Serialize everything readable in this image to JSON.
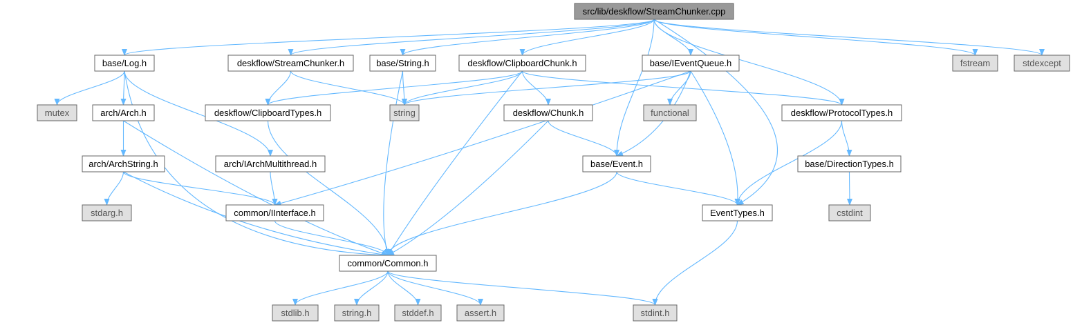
{
  "colors": {
    "edge": "#63b8ff",
    "root_fill": "#999999",
    "node_fill": "#ffffff",
    "external_fill": "#e0e0e0",
    "external_text": "#555555",
    "node_text": "#000000"
  },
  "nodes": [
    {
      "id": "root",
      "label": "src/lib/deskflow/StreamChunker.cpp",
      "kind": "root"
    },
    {
      "id": "log",
      "label": "base/Log.h",
      "kind": "file"
    },
    {
      "id": "sc_h",
      "label": "deskflow/StreamChunker.h",
      "kind": "file"
    },
    {
      "id": "bstring",
      "label": "base/String.h",
      "kind": "file"
    },
    {
      "id": "cbchunk",
      "label": "deskflow/ClipboardChunk.h",
      "kind": "file"
    },
    {
      "id": "ievq",
      "label": "base/IEventQueue.h",
      "kind": "file"
    },
    {
      "id": "fstream",
      "label": "fstream",
      "kind": "external"
    },
    {
      "id": "stdexcept",
      "label": "stdexcept",
      "kind": "external"
    },
    {
      "id": "mutex",
      "label": "mutex",
      "kind": "external"
    },
    {
      "id": "arch",
      "label": "arch/Arch.h",
      "kind": "file"
    },
    {
      "id": "cbtypes",
      "label": "deskflow/ClipboardTypes.h",
      "kind": "file"
    },
    {
      "id": "string",
      "label": "string",
      "kind": "external"
    },
    {
      "id": "chunk",
      "label": "deskflow/Chunk.h",
      "kind": "file"
    },
    {
      "id": "functional",
      "label": "functional",
      "kind": "external"
    },
    {
      "id": "proto",
      "label": "deskflow/ProtocolTypes.h",
      "kind": "file"
    },
    {
      "id": "archstr",
      "label": "arch/ArchString.h",
      "kind": "file"
    },
    {
      "id": "iamt",
      "label": "arch/IArchMultithread.h",
      "kind": "file"
    },
    {
      "id": "event",
      "label": "base/Event.h",
      "kind": "file"
    },
    {
      "id": "dirtypes",
      "label": "base/DirectionTypes.h",
      "kind": "file"
    },
    {
      "id": "stdarg",
      "label": "stdarg.h",
      "kind": "external"
    },
    {
      "id": "iiface",
      "label": "common/IInterface.h",
      "kind": "file"
    },
    {
      "id": "evtypes",
      "label": "EventTypes.h",
      "kind": "file"
    },
    {
      "id": "cstdint",
      "label": "cstdint",
      "kind": "external"
    },
    {
      "id": "common",
      "label": "common/Common.h",
      "kind": "file"
    },
    {
      "id": "stdlib",
      "label": "stdlib.h",
      "kind": "external"
    },
    {
      "id": "stringh",
      "label": "string.h",
      "kind": "external"
    },
    {
      "id": "stddef",
      "label": "stddef.h",
      "kind": "external"
    },
    {
      "id": "assert",
      "label": "assert.h",
      "kind": "external"
    },
    {
      "id": "stdint",
      "label": "stdint.h",
      "kind": "external"
    }
  ],
  "edges": [
    [
      "root",
      "log"
    ],
    [
      "root",
      "sc_h"
    ],
    [
      "root",
      "bstring"
    ],
    [
      "root",
      "cbchunk"
    ],
    [
      "root",
      "ievq"
    ],
    [
      "root",
      "fstream"
    ],
    [
      "root",
      "stdexcept"
    ],
    [
      "root",
      "proto"
    ],
    [
      "root",
      "event"
    ],
    [
      "root",
      "evtypes"
    ],
    [
      "log",
      "mutex"
    ],
    [
      "log",
      "arch"
    ],
    [
      "log",
      "iamt"
    ],
    [
      "log",
      "common"
    ],
    [
      "arch",
      "archstr"
    ],
    [
      "arch",
      "common"
    ],
    [
      "archstr",
      "stdarg"
    ],
    [
      "archstr",
      "iiface"
    ],
    [
      "archstr",
      "common"
    ],
    [
      "iamt",
      "iiface"
    ],
    [
      "iiface",
      "common"
    ],
    [
      "sc_h",
      "cbtypes"
    ],
    [
      "sc_h",
      "string"
    ],
    [
      "bstring",
      "string"
    ],
    [
      "bstring",
      "common"
    ],
    [
      "cbchunk",
      "cbtypes"
    ],
    [
      "cbchunk",
      "string"
    ],
    [
      "cbchunk",
      "chunk"
    ],
    [
      "cbchunk",
      "common"
    ],
    [
      "cbchunk",
      "proto"
    ],
    [
      "cbtypes",
      "common"
    ],
    [
      "chunk",
      "event"
    ],
    [
      "chunk",
      "common"
    ],
    [
      "ievq",
      "string"
    ],
    [
      "ievq",
      "functional"
    ],
    [
      "ievq",
      "iiface"
    ],
    [
      "ievq",
      "event"
    ],
    [
      "ievq",
      "evtypes"
    ],
    [
      "event",
      "evtypes"
    ],
    [
      "event",
      "common"
    ],
    [
      "proto",
      "evtypes"
    ],
    [
      "proto",
      "dirtypes"
    ],
    [
      "dirtypes",
      "cstdint"
    ],
    [
      "evtypes",
      "stdint"
    ],
    [
      "common",
      "stdlib"
    ],
    [
      "common",
      "stringh"
    ],
    [
      "common",
      "stddef"
    ],
    [
      "common",
      "assert"
    ],
    [
      "common",
      "stdint"
    ]
  ]
}
